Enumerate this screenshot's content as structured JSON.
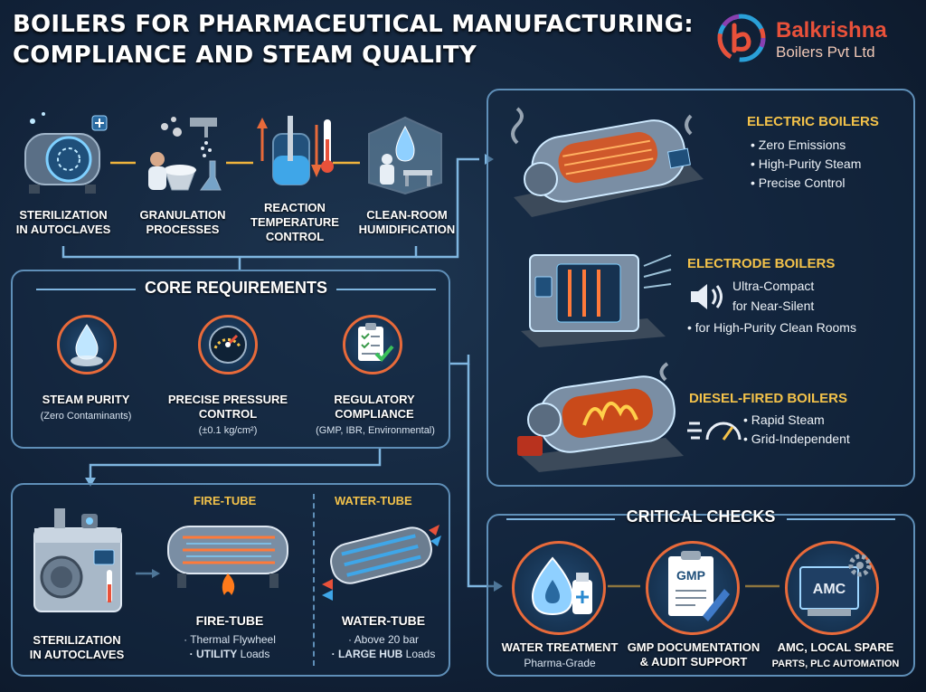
{
  "header": {
    "title_line1": "BOILERS FOR PHARMACEUTICAL MANUFACTURING:",
    "title_line2": "COMPLIANCE AND STEAM QUALITY",
    "logo_name": "Balkrishna",
    "logo_sub": "Boilers Pvt Ltd"
  },
  "processes": [
    {
      "line1": "STERILIZATION",
      "line2": "IN AUTOCLAVES",
      "line3": ""
    },
    {
      "line1": "GRANULATION",
      "line2": "PROCESSES",
      "line3": ""
    },
    {
      "line1": "REACTION",
      "line2": "TEMPERATURE",
      "line3": "CONTROL"
    },
    {
      "line1": "CLEAN-ROOM",
      "line2": "HUMIDIFICATION",
      "line3": ""
    }
  ],
  "core": {
    "title": "CORE REQUIREMENTS",
    "items": [
      {
        "line1": "STEAM PURITY",
        "line2": "",
        "sub": "(Zero Contaminants)"
      },
      {
        "line1": "PRECISE PRESSURE",
        "line2": "CONTROL",
        "sub": "(±0.1 kg/cm²)"
      },
      {
        "line1": "REGULATORY",
        "line2": "COMPLIANCE",
        "sub": "(GMP, IBR, Environmental)"
      }
    ]
  },
  "boiler_types": {
    "autoclave_line1": "STERILIZATION",
    "autoclave_line2": "IN AUTOCLAVES",
    "fire_tube": {
      "head": "FIRE-TUBE",
      "title": "FIRE-TUBE",
      "point1": "· Thermal Flywheel",
      "point2_bold": "· UTILITY",
      "point2_rest": " Loads"
    },
    "water_tube": {
      "head": "WATER-TUBE",
      "title": "WATER-TUBE",
      "point1": "· Above 20 bar",
      "point2_bold": "· LARGE HUB",
      "point2_rest": " Loads"
    }
  },
  "boilers": [
    {
      "title": "ELECTRIC BOILERS",
      "points": [
        "• Zero Emissions",
        "• High-Purity Steam",
        "• Precise Control"
      ]
    },
    {
      "title": "ELECTRODE BOILERS",
      "points": [
        "Ultra-Compact",
        "for Near-Silent",
        "• for High-Purity Clean Rooms"
      ]
    },
    {
      "title": "DIESEL-FIRED BOILERS",
      "points": [
        "• Rapid Steam",
        "• Grid-Independent"
      ]
    }
  ],
  "checks": {
    "title": "CRITICAL CHECKS",
    "items": [
      {
        "line1": "WATER TREATMENT",
        "line2": "Pharma-Grade"
      },
      {
        "line1": "GMP DOCUMENTATION",
        "line2": "& AUDIT SUPPORT"
      },
      {
        "line1": "AMC, LOCAL SPARE",
        "line2": "PARTS, PLC AUTOMATION"
      }
    ],
    "gmp_tag": "GMP",
    "amc_tag": "AMC"
  },
  "colors": {
    "accent_orange": "#e86a3a",
    "accent_gold": "#f3c24a",
    "panel_border": "#5f8fb8",
    "glow_blue": "#7fb6e0"
  }
}
